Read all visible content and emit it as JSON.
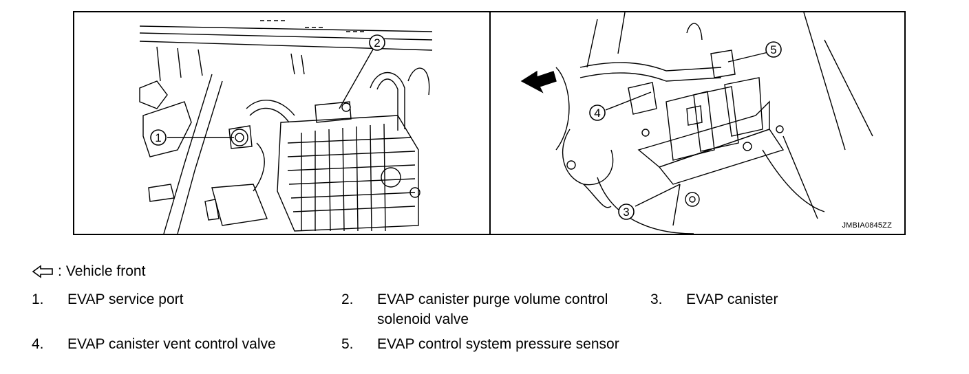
{
  "figure": {
    "code": "JMBIA0845ZZ",
    "callouts": [
      "1",
      "2",
      "3",
      "4",
      "5"
    ]
  },
  "legend": {
    "arrow_icon": "outline-arrow-left-icon",
    "separator": ":",
    "text": "Vehicle front"
  },
  "items": [
    {
      "num": "1.",
      "text": "EVAP service port"
    },
    {
      "num": "2.",
      "text": "EVAP canister purge volume control solenoid valve"
    },
    {
      "num": "3.",
      "text": "EVAP canister"
    },
    {
      "num": "4.",
      "text": "EVAP canister vent control valve"
    },
    {
      "num": "5.",
      "text": "EVAP control system pressure sensor"
    }
  ]
}
